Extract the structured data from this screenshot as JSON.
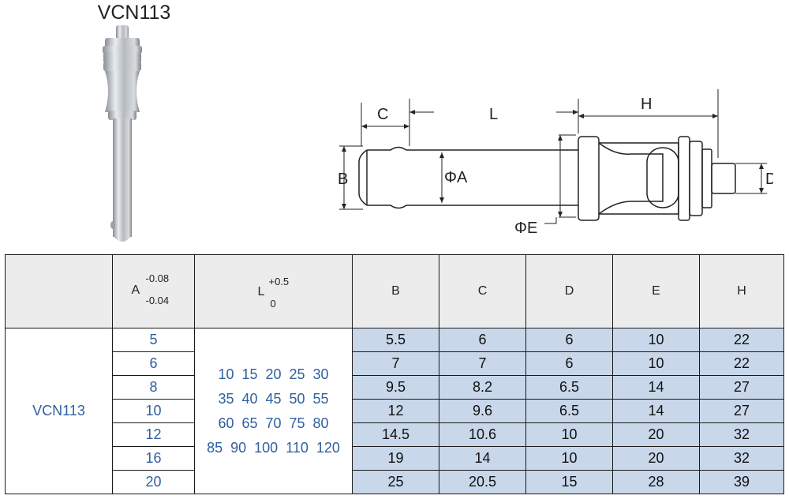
{
  "product_title": "VCN113",
  "drawing_labels": {
    "C": "C",
    "L": "L",
    "H": "H",
    "B": "B",
    "phiA": "ΦA",
    "D": "D",
    "phiE": "ΦE"
  },
  "table": {
    "header": {
      "A": {
        "symbol": "A",
        "upper": "-0.08",
        "lower": "-0.04"
      },
      "L": {
        "symbol": "L",
        "upper": "+0.5",
        "lower": "0"
      },
      "columns": [
        "B",
        "C",
        "D",
        "E",
        "H"
      ]
    },
    "model": "VCN113",
    "A_values": [
      "5",
      "6",
      "8",
      "10",
      "12",
      "16",
      "20"
    ],
    "L_lines": [
      "10  15  20  25  30",
      "35  40  45  50  55",
      "60  65  70  75  80",
      "85  90  100  110  120"
    ],
    "rows": [
      [
        "5.5",
        "6",
        "6",
        "10",
        "22"
      ],
      [
        "7",
        "7",
        "6",
        "10",
        "22"
      ],
      [
        "9.5",
        "8.2",
        "6.5",
        "14",
        "27"
      ],
      [
        "12",
        "9.6",
        "6.5",
        "14",
        "27"
      ],
      [
        "14.5",
        "10.6",
        "10",
        "20",
        "32"
      ],
      [
        "19",
        "14",
        "10",
        "20",
        "32"
      ],
      [
        "25",
        "20.5",
        "15",
        "28",
        "39"
      ]
    ]
  }
}
